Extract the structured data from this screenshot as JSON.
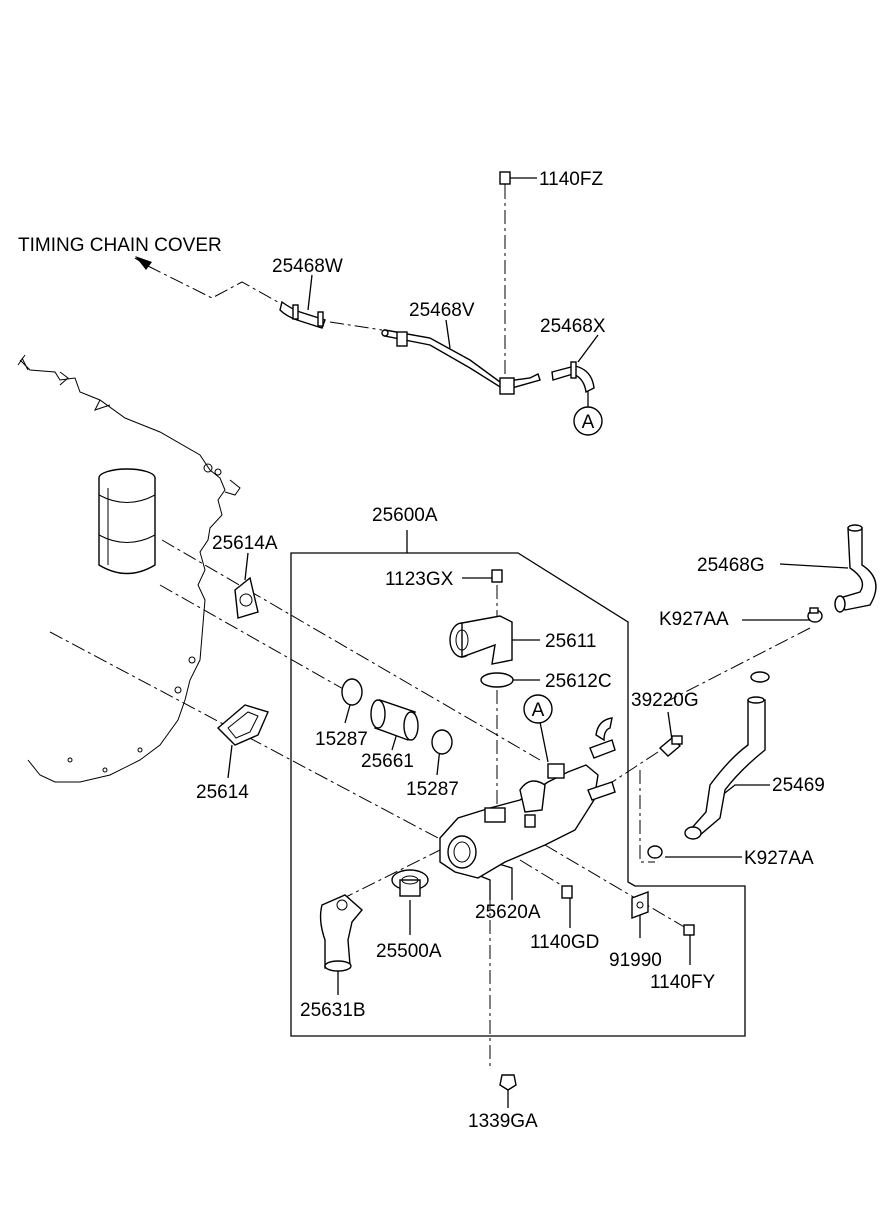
{
  "diagram": {
    "header_label": "TIMING CHAIN COVER",
    "group_label": "25600A",
    "connector_symbol": "A",
    "parts": {
      "p1140FZ": "1140FZ",
      "p25468W": "25468W",
      "p25468V": "25468V",
      "p25468X": "25468X",
      "p25614A": "25614A",
      "p1123GX": "1123GX",
      "p25611": "25611",
      "p25612C": "25612C",
      "p25468G": "25468G",
      "pK927AA_top": "K927AA",
      "p39220G": "39220G",
      "p15287_left": "15287",
      "p25661": "25661",
      "p15287_right": "15287",
      "p25614": "25614",
      "p25469": "25469",
      "pK927AA_bottom": "K927AA",
      "p25620A": "25620A",
      "p25500A": "25500A",
      "p1140GD": "1140GD",
      "p91990": "91990",
      "p1140FY": "1140FY",
      "p25631B": "25631B",
      "p1339GA": "1339GA"
    }
  }
}
